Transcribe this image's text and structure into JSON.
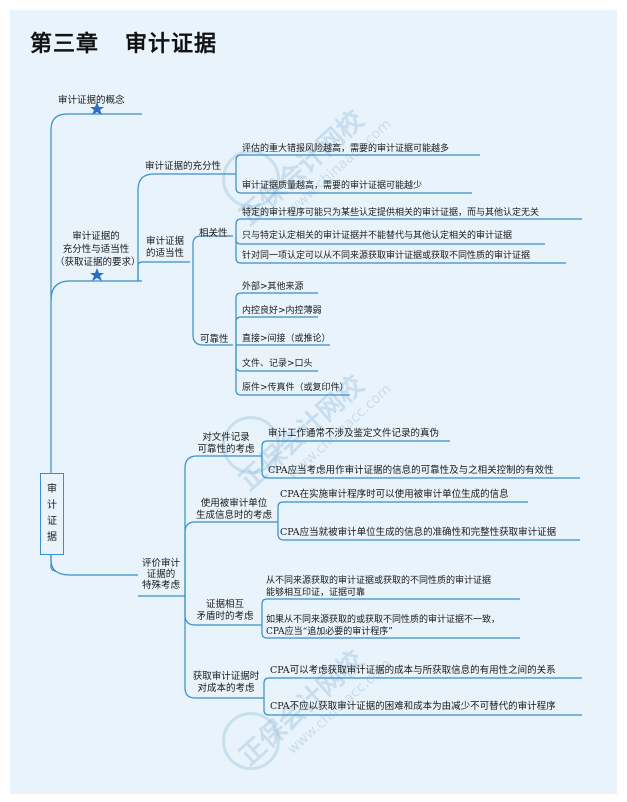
{
  "title": {
    "chapter": "第三章",
    "name": "审计证据"
  },
  "watermark": {
    "brand": "正保会计网校",
    "url": "www.chinaacc.com"
  },
  "root": {
    "label": "审\n计\n证\n据"
  },
  "concept": {
    "label": "审计证据的概念"
  },
  "sufficiency_appropriateness": {
    "label": "审计证据的\n充分性与适当性\n（获取证据的要求）"
  },
  "sufficiency": {
    "label": "审计证据的充分性",
    "items": [
      "评估的重大错报风险越高，需要的审计证据可能越多",
      "审计证据质量越高，需要的审计证据可能越少"
    ]
  },
  "appropriateness": {
    "label": "审计证据\n的适当性"
  },
  "relevance": {
    "label": "相关性",
    "items": [
      "特定的审计程序可能只为某些认定提供相关的审计证据，而与其他认定无关",
      "只与特定认定相关的审计证据并不能替代与其他认定相关的审计证据",
      "针对同一项认定可以从不同来源获取审计证据或获取不同性质的审计证据"
    ]
  },
  "reliability": {
    "label": "可靠性",
    "items": [
      "外部>其他来源",
      "内控良好>内控薄弱",
      "直接>间接（或推论）",
      "文件、记录>口头",
      "原件>传真件（或复印件）"
    ]
  },
  "special": {
    "label": "评价审计\n证据的\n特殊考虑"
  },
  "documents": {
    "label": "对文件记录\n可靠性的考虑",
    "items": [
      "审计工作通常不涉及鉴定文件记录的真伪",
      "CPA应当考虑用作审计证据的信息的可靠性及与之相关控制的有效性"
    ]
  },
  "entity_info": {
    "label": "使用被审计单位\n生成信息时的考虑",
    "items": [
      "CPA在实施审计程序时可以使用被审计单位生成的信息",
      "CPA应当就被审计单位生成的信息的准确性和完整性获取审计证据"
    ]
  },
  "contradiction": {
    "label": "证据相互\n矛盾时的考虑",
    "items": [
      "从不同来源获取的审计证据或获取的不同性质的审计证据\n能够相互印证，证据可靠",
      "如果从不同来源获取的或获取不同性质的审计证据不一致，\nCPA应当“追加必要的审计程序”"
    ]
  },
  "cost": {
    "label": "获取审计证据时\n对成本的考虑",
    "items": [
      "CPA可以考虑获取审计证据的成本与所获取信息的有用性之间的关系",
      "CPA不应以获取审计证据的困难和成本为由减少不可替代的审计程序"
    ]
  },
  "colors": {
    "line": "#3a8fc8",
    "background": "#e8f3fb",
    "star": "#2b6fc2"
  }
}
